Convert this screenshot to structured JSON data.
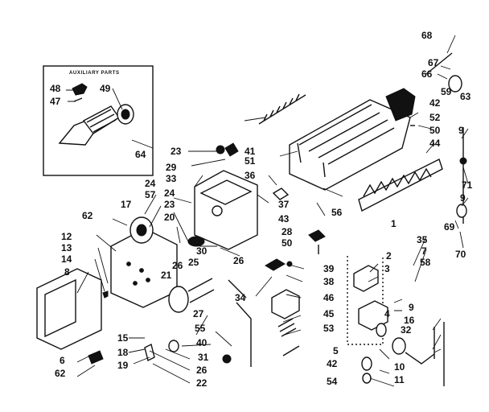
{
  "diagram": {
    "aux_box_title": "AUXILIARY PARTS",
    "part_labels": [
      {
        "id": "p68",
        "text": "68"
      },
      {
        "id": "p67",
        "text": "67"
      },
      {
        "id": "p66",
        "text": "66"
      },
      {
        "id": "p59",
        "text": "59"
      },
      {
        "id": "p63",
        "text": "63"
      },
      {
        "id": "p42a",
        "text": "42"
      },
      {
        "id": "p52",
        "text": "52"
      },
      {
        "id": "p50a",
        "text": "50"
      },
      {
        "id": "p9a",
        "text": "9"
      },
      {
        "id": "p44",
        "text": "44"
      },
      {
        "id": "p71",
        "text": "71"
      },
      {
        "id": "p9b",
        "text": "9"
      },
      {
        "id": "p69",
        "text": "69"
      },
      {
        "id": "p70",
        "text": "70"
      },
      {
        "id": "p48",
        "text": "48"
      },
      {
        "id": "p49",
        "text": "49"
      },
      {
        "id": "p47",
        "text": "47"
      },
      {
        "id": "p64",
        "text": "64"
      },
      {
        "id": "p23a",
        "text": "23"
      },
      {
        "id": "p29",
        "text": "29"
      },
      {
        "id": "p41",
        "text": "41"
      },
      {
        "id": "p51",
        "text": "51"
      },
      {
        "id": "p33",
        "text": "33"
      },
      {
        "id": "p36",
        "text": "36"
      },
      {
        "id": "p24a",
        "text": "24"
      },
      {
        "id": "p57",
        "text": "57"
      },
      {
        "id": "p17",
        "text": "17"
      },
      {
        "id": "p24b",
        "text": "24"
      },
      {
        "id": "p23b",
        "text": "23"
      },
      {
        "id": "p20",
        "text": "20"
      },
      {
        "id": "p37",
        "text": "37"
      },
      {
        "id": "p43",
        "text": "43"
      },
      {
        "id": "p56",
        "text": "56"
      },
      {
        "id": "p62a",
        "text": "62"
      },
      {
        "id": "p28",
        "text": "28"
      },
      {
        "id": "p50b",
        "text": "50"
      },
      {
        "id": "p1",
        "text": "1"
      },
      {
        "id": "p35",
        "text": "35"
      },
      {
        "id": "p12",
        "text": "12"
      },
      {
        "id": "p13",
        "text": "13"
      },
      {
        "id": "p14",
        "text": "14"
      },
      {
        "id": "p8",
        "text": "8"
      },
      {
        "id": "p30",
        "text": "30"
      },
      {
        "id": "p26a",
        "text": "26"
      },
      {
        "id": "p2",
        "text": "2"
      },
      {
        "id": "p3",
        "text": "3"
      },
      {
        "id": "p7",
        "text": "7"
      },
      {
        "id": "p58",
        "text": "58"
      },
      {
        "id": "p39",
        "text": "39"
      },
      {
        "id": "p38",
        "text": "38"
      },
      {
        "id": "p21",
        "text": "21"
      },
      {
        "id": "p26b",
        "text": "26"
      },
      {
        "id": "p25",
        "text": "25"
      },
      {
        "id": "p34",
        "text": "34"
      },
      {
        "id": "p46",
        "text": "46"
      },
      {
        "id": "p4",
        "text": "4"
      },
      {
        "id": "p27",
        "text": "27"
      },
      {
        "id": "p55",
        "text": "55"
      },
      {
        "id": "p45",
        "text": "45"
      },
      {
        "id": "p9c",
        "text": "9"
      },
      {
        "id": "p16",
        "text": "16"
      },
      {
        "id": "p32",
        "text": "32"
      },
      {
        "id": "p15",
        "text": "15"
      },
      {
        "id": "p18",
        "text": "18"
      },
      {
        "id": "p19",
        "text": "19"
      },
      {
        "id": "p40",
        "text": "40"
      },
      {
        "id": "p31",
        "text": "31"
      },
      {
        "id": "p26c",
        "text": "26"
      },
      {
        "id": "p22",
        "text": "22"
      },
      {
        "id": "p53",
        "text": "53"
      },
      {
        "id": "p5",
        "text": "5"
      },
      {
        "id": "p42b",
        "text": "42"
      },
      {
        "id": "p54",
        "text": "54"
      },
      {
        "id": "p10",
        "text": "10"
      },
      {
        "id": "p11",
        "text": "11"
      },
      {
        "id": "p6",
        "text": "6"
      },
      {
        "id": "p62b",
        "text": "62"
      }
    ]
  }
}
